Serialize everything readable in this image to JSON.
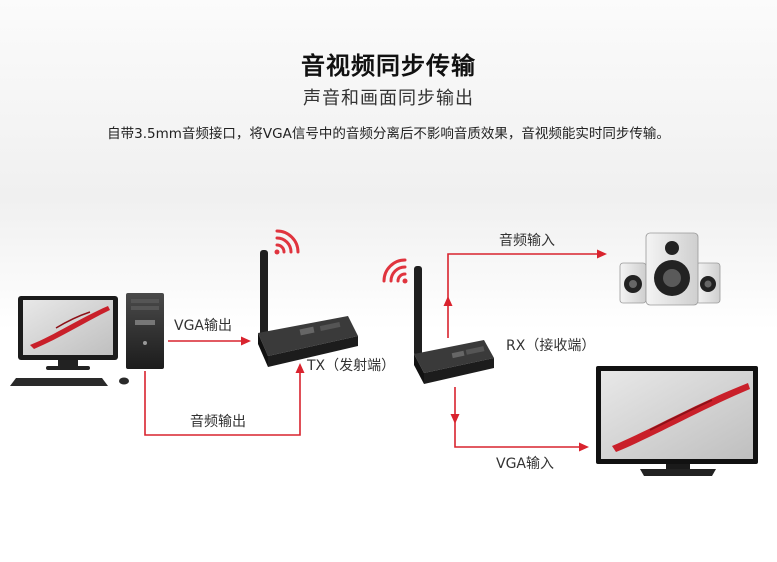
{
  "header": {
    "title": "音视频同步传输",
    "subtitle": "声音和画面同步输出",
    "description": "自带3.5mm音频接口，将VGA信号中的音频分离后不影响音质效果，音视频能实时同步传输。"
  },
  "labels": {
    "vga_out": "VGA输出",
    "audio_out": "音频输出",
    "tx": "TX（发射端）",
    "audio_in": "音频输入",
    "rx": "RX（接收端）",
    "vga_in": "VGA输入"
  },
  "colors": {
    "line": "#d9232e",
    "device": "#2b2b2b",
    "wifi": "#e0343e"
  },
  "icons": [
    "computer-icon",
    "tx-transmitter-icon",
    "rx-receiver-icon",
    "speakers-icon",
    "tv-icon",
    "wifi-signal-icon"
  ]
}
